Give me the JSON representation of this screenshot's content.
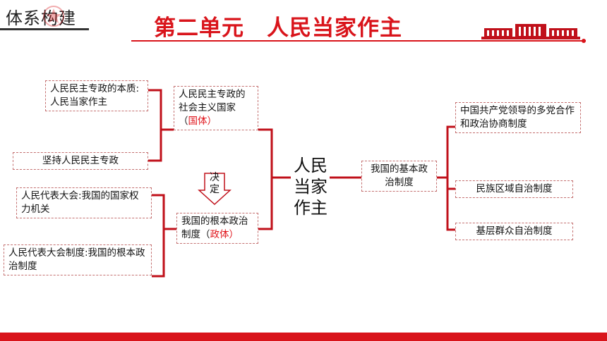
{
  "header": {
    "section_label": "体系构建",
    "title": "第二单元　人民当家作主"
  },
  "center": {
    "label": "人民当家作主"
  },
  "left": {
    "guotai_box": {
      "text": "人民民主专政的社会主义国家（",
      "highlight": "国体",
      "suffix": "）"
    },
    "zhengti_box": {
      "text": "我国的根本政治制度（",
      "highlight": "政体",
      "suffix": "）"
    },
    "essence_box": "人民民主专政的本质:人民当家作主",
    "persist_box": "坚持人民民主专政",
    "npc_box": "人民代表大会:我国的国家权力机关",
    "npc_system_box": "人民代表大会制度:我国的根本政治制度",
    "decide_label": "决定"
  },
  "right": {
    "basic_box": "我国的基本政治制度",
    "items": [
      "中国共产党领导的多党合作和政治协商制度",
      "民族区域自治制度",
      "基层群众自治制度"
    ]
  },
  "colors": {
    "accent": "#d9141b",
    "line": "#c0101a"
  }
}
